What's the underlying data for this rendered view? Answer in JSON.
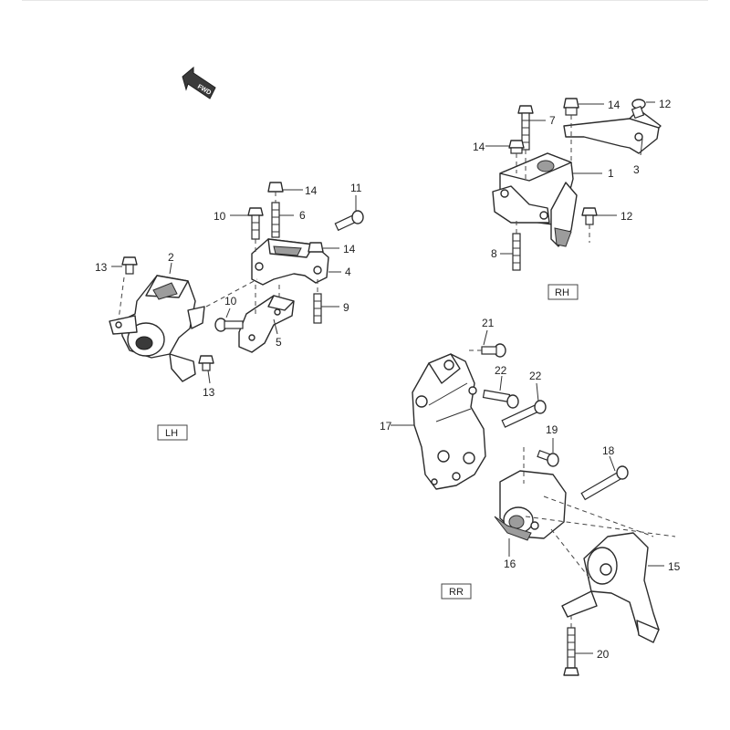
{
  "direction_marker": "FWD",
  "assembly_labels": {
    "rh": "RH",
    "lh": "LH",
    "rr": "RR"
  },
  "callouts": {
    "c1": "1",
    "c2": "2",
    "c3": "3",
    "c4": "4",
    "c5": "5",
    "c6": "6",
    "c7": "7",
    "c8": "8",
    "c9": "9",
    "c10a": "10",
    "c10b": "10",
    "c11": "11",
    "c12a": "12",
    "c12b": "12",
    "c13a": "13",
    "c13b": "13",
    "c14a": "14",
    "c14b": "14",
    "c14c": "14",
    "c14d": "14",
    "c15": "15",
    "c16": "16",
    "c17": "17",
    "c18": "18",
    "c19": "19",
    "c20": "20",
    "c21": "21",
    "c22a": "22",
    "c22b": "22"
  }
}
